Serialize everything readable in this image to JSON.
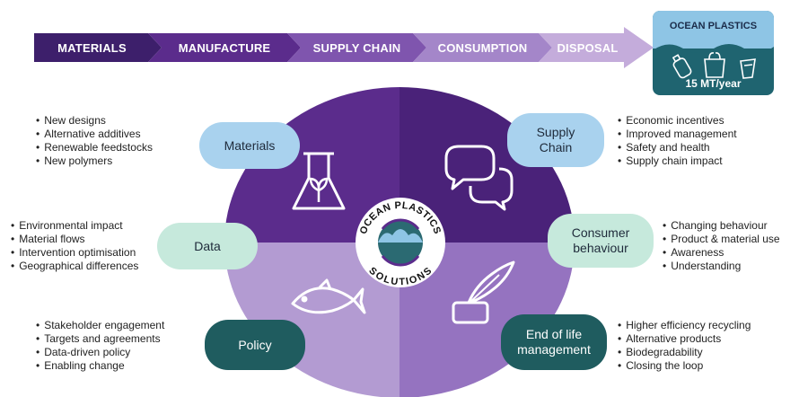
{
  "stages": [
    "MATERIALS",
    "MANUFACTURE",
    "SUPPLY CHAIN",
    "CONSUMPTION",
    "DISPOSAL"
  ],
  "ocean": {
    "title": "OCEAN PLASTICS",
    "value": "15 MT/year"
  },
  "center": {
    "text": "OCEAN PLASTICS SOLUTIONS"
  },
  "segments": {
    "materials": {
      "label": "Materials",
      "items": [
        "New designs",
        "Alternative additives",
        "Renewable feedstocks",
        "New polymers"
      ]
    },
    "supply_chain": {
      "label_line1": "Supply",
      "label_line2": "Chain",
      "items": [
        "Economic incentives",
        "Improved management",
        "Safety and health",
        "Supply chain impact"
      ]
    },
    "data": {
      "label": "Data",
      "items": [
        "Environmental impact",
        "Material flows",
        "Intervention optimisation",
        "Geographical differences"
      ]
    },
    "consumer": {
      "label_line1": "Consumer",
      "label_line2": "behaviour",
      "items": [
        "Changing behaviour",
        "Product & material use",
        "Awareness",
        "Understanding"
      ]
    },
    "policy": {
      "label": "Policy",
      "items": [
        "Stakeholder engagement",
        "Targets and agreements",
        "Data-driven policy",
        "Enabling change"
      ]
    },
    "end_of_life": {
      "label_line1": "End of life",
      "label_line2": "management",
      "items": [
        "Higher efficiency recycling",
        "Alternative products",
        "Biodegradability",
        "Closing the loop"
      ]
    }
  }
}
